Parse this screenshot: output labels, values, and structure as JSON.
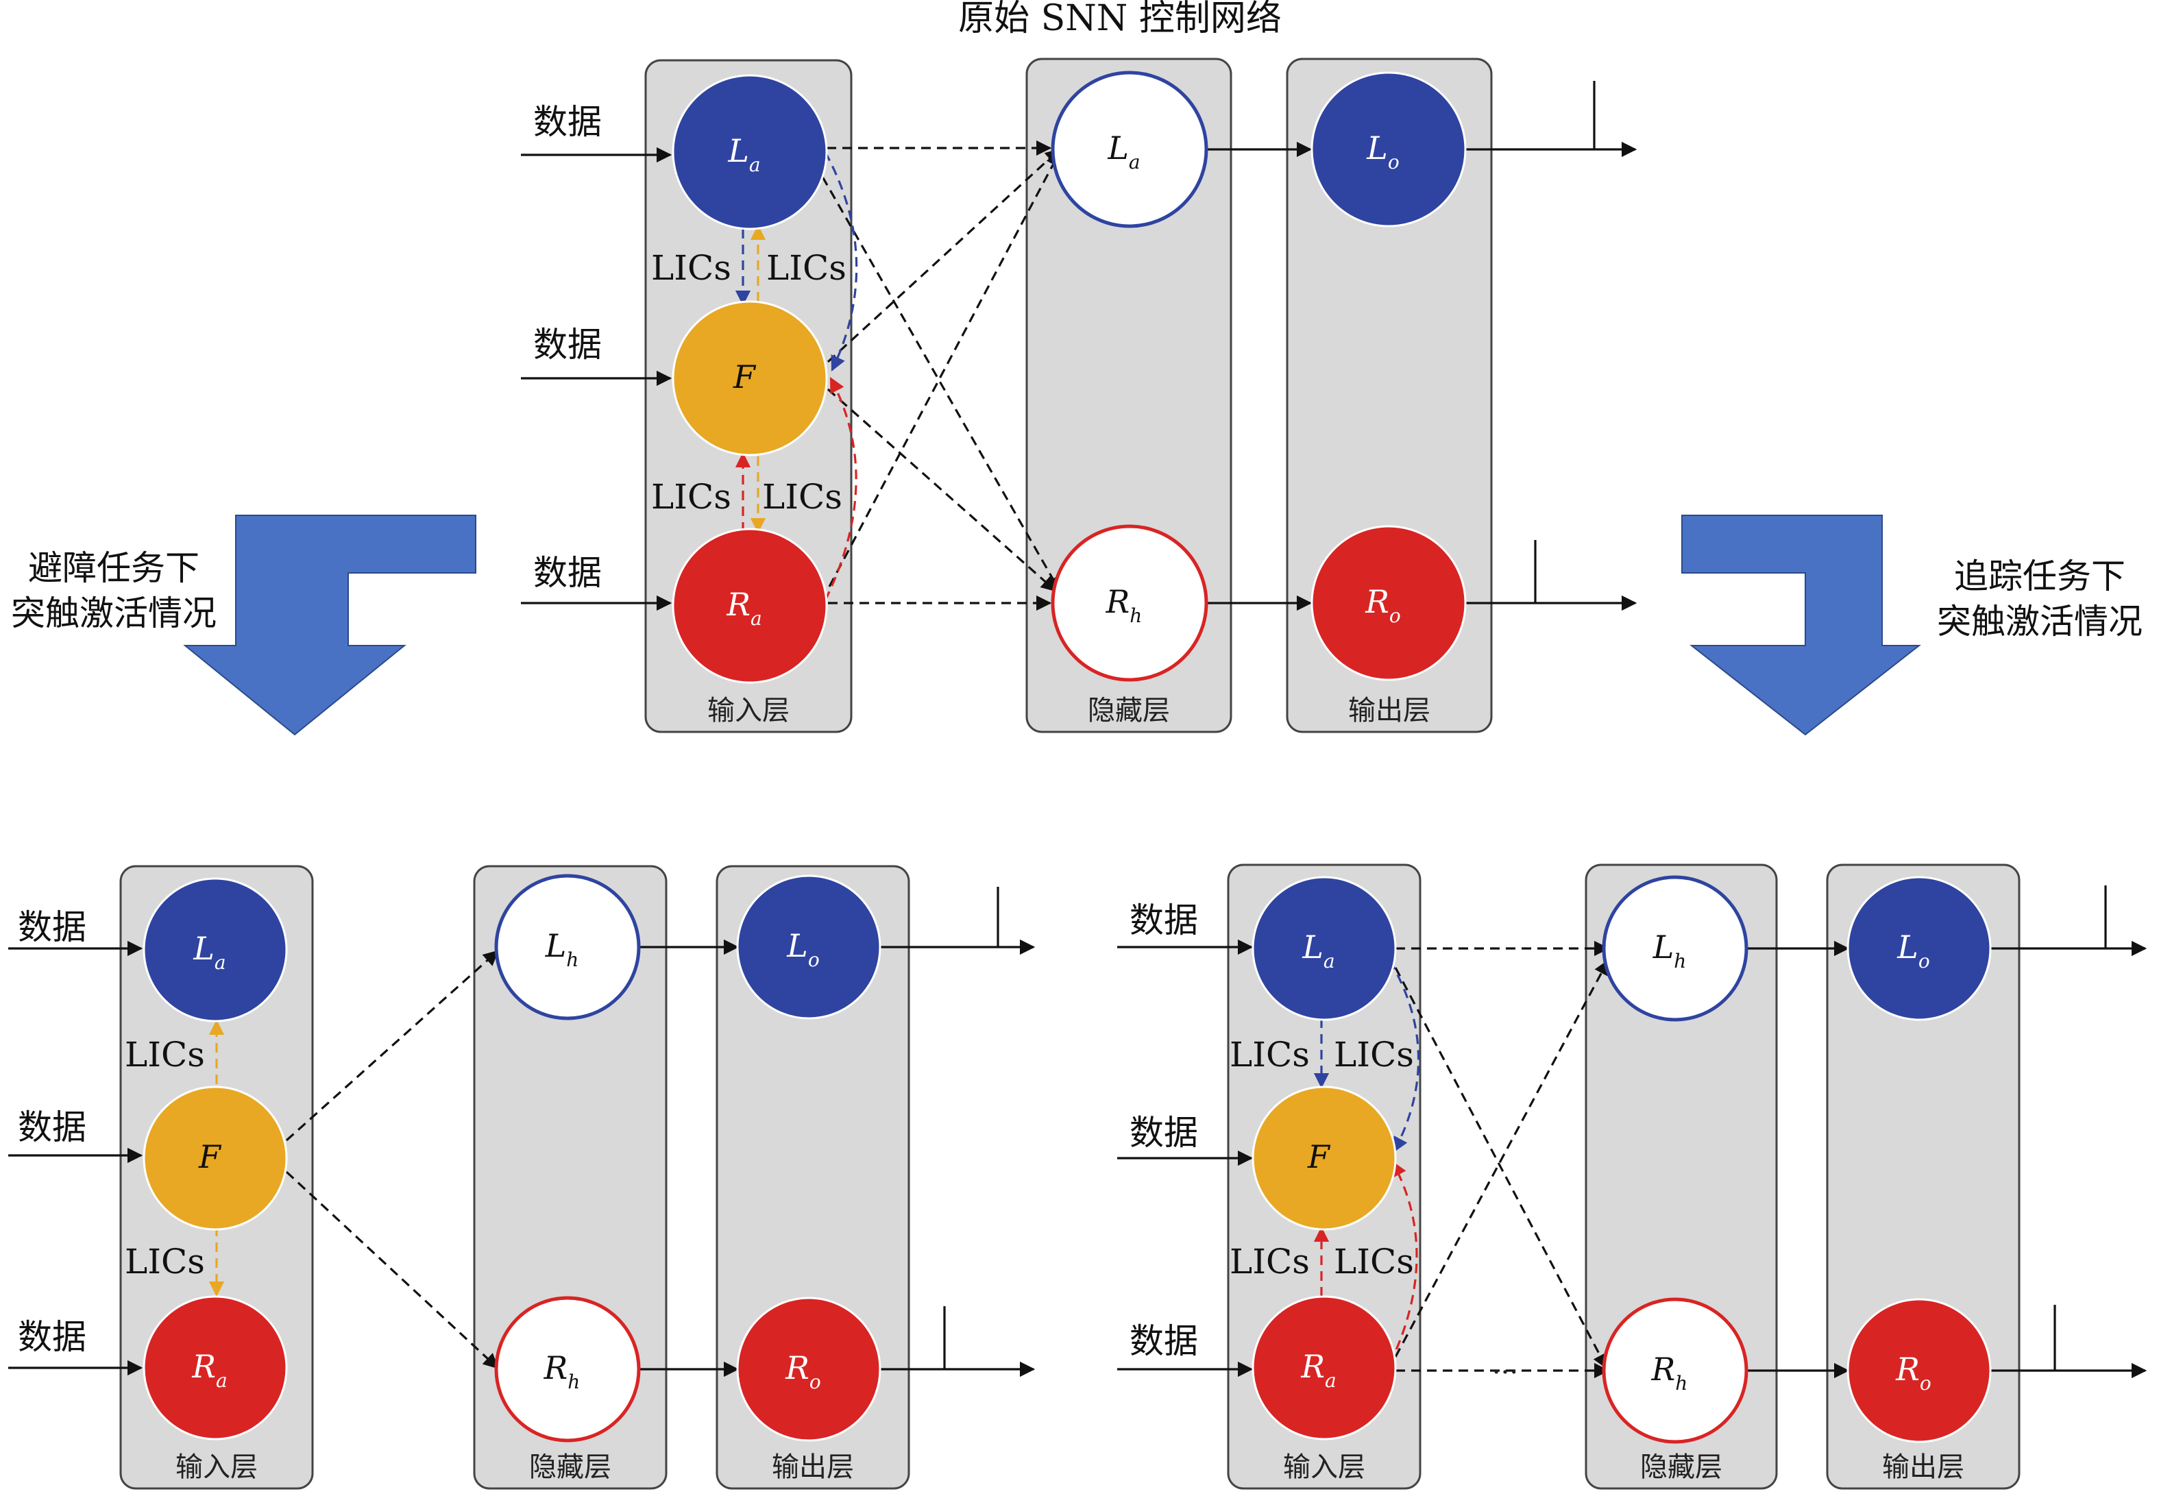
{
  "title": "原始 SNN 控制网络",
  "labels": {
    "data": "数据",
    "lics": "LICs",
    "input_layer": "输入层",
    "hidden_layer": "隐藏层",
    "output_layer": "输出层",
    "left_caption": [
      "避障任务下",
      "突触激活情况"
    ],
    "right_caption": [
      "追踪任务下",
      "突触激活情况"
    ],
    "ellipsis": "..."
  },
  "neurons": {
    "La": {
      "main": "L",
      "sub": "a"
    },
    "F": {
      "main": "F",
      "sub": ""
    },
    "Ra": {
      "main": "R",
      "sub": "a"
    },
    "Lh": {
      "main": "L",
      "sub": "h"
    },
    "Rh": {
      "main": "R",
      "sub": "h"
    },
    "Lo": {
      "main": "L",
      "sub": "o"
    },
    "Ro": {
      "main": "R",
      "sub": "o"
    }
  },
  "colors": {
    "blue": "#2f44a0",
    "orange": "#e8a823",
    "red": "#d92424",
    "panel": "#d9d9d9",
    "arrow_fill": "#4a72c4"
  }
}
